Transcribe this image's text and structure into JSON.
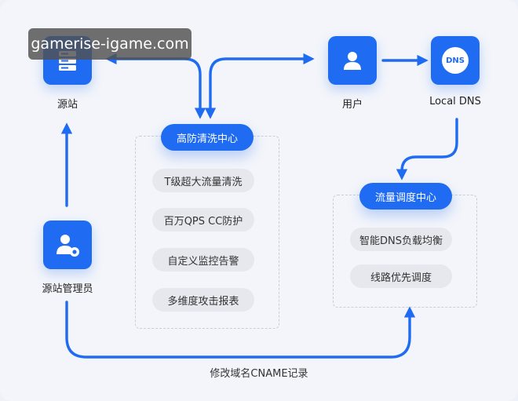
{
  "watermark": "gamerise-igame.com",
  "nodes": {
    "origin_station": "源站",
    "user": "用户",
    "local_dns": "Local DNS",
    "origin_admin": "源站管理员"
  },
  "dns_icon_text": "DNS",
  "defense_center": {
    "title": "高防清洗中心",
    "items": [
      "T级超大流量清洗",
      "百万QPS CC防护",
      "自定义监控告警",
      "多维度攻击报表"
    ]
  },
  "dispatch_center": {
    "title": "流量调度中心",
    "items": [
      "智能DNS负载均衡",
      "线路优先调度"
    ]
  },
  "bottom_label": "修改域名CNAME记录",
  "colors": {
    "accent": "#1f6bf2",
    "chip_bg": "#e6e8ee",
    "background": "#f3f5fa"
  },
  "icons": {
    "origin_station": "server-icon",
    "user": "user-icon",
    "local_dns": "dns-icon",
    "origin_admin": "admin-user-icon"
  }
}
